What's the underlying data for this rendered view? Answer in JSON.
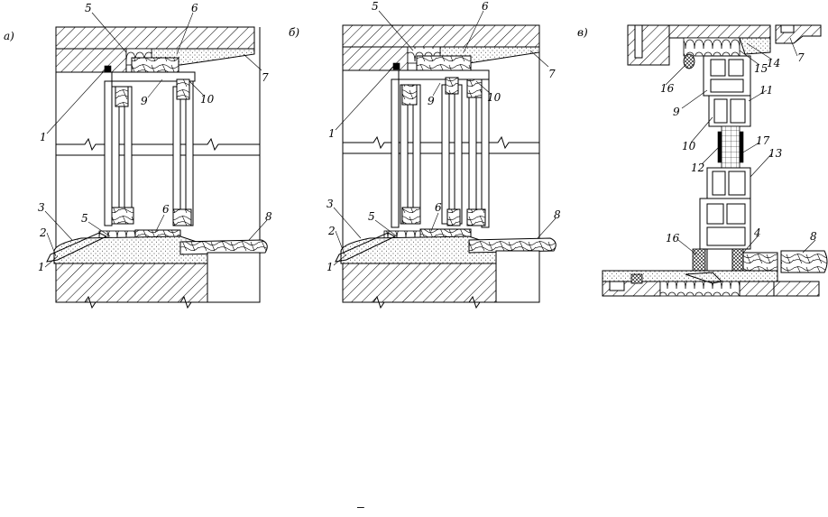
{
  "panels": [
    {
      "id": "a",
      "label": "a)",
      "callouts": [
        "1",
        "5",
        "6",
        "7",
        "9",
        "10",
        "3",
        "2",
        "5",
        "6",
        "8",
        "1"
      ]
    },
    {
      "id": "b",
      "label": "б)",
      "callouts": [
        "5",
        "6",
        "7",
        "1",
        "9",
        "10",
        "3",
        "2",
        "5",
        "6",
        "8",
        "1"
      ]
    },
    {
      "id": "c",
      "label": "в)",
      "callouts": [
        "16",
        "9",
        "11",
        "14",
        "7",
        "15",
        "10",
        "12",
        "17",
        "13",
        "16",
        "4",
        "8"
      ]
    }
  ],
  "footer_mark": "–"
}
